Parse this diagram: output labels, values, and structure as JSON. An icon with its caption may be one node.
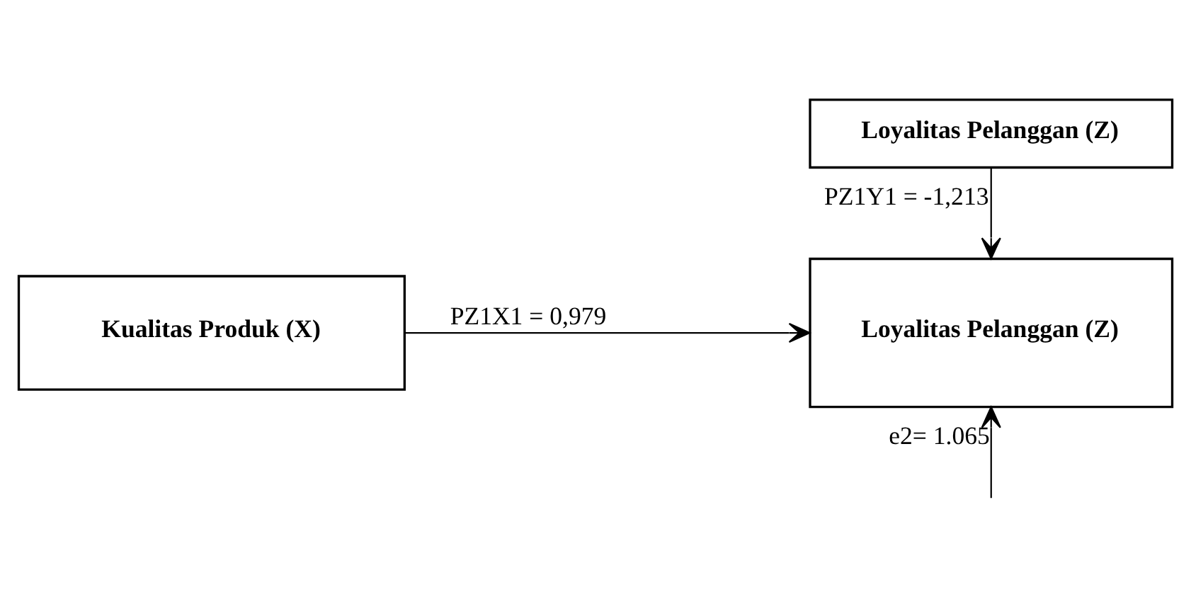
{
  "diagram": {
    "nodes": [
      {
        "text": [
          "Loyalitas Pelanggan (Z)"
        ]
      },
      {
        "text": [
          "Kualitas Produk (X)"
        ]
      },
      {
        "text": [
          "Loyalitas Pelanggan (Z)"
        ]
      }
    ],
    "edges": [
      {
        "from": 0,
        "to": 2,
        "arrow": "to",
        "label": "PZ1Y1 = -1,213"
      },
      {
        "from": 1,
        "to": 2,
        "arrow": "to",
        "label": "PZ1X1 = 0,979"
      },
      {
        "from": null,
        "to": 2,
        "arrow": "to",
        "label": "e2= 1.065"
      }
    ]
  }
}
